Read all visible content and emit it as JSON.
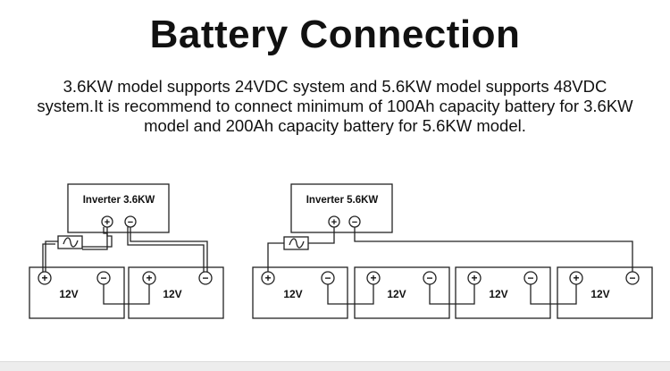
{
  "header": {
    "title": "Battery Connection",
    "description": "3.6KW model supports 24VDC system and 5.6KW model supports 48VDC system.It is recommend to connect minimum of 100Ah capacity battery for 3.6KW model and 200Ah capacity battery for 5.6KW model."
  },
  "diagram_left": {
    "inverter_label": "Inverter 3.6KW",
    "batteries": [
      {
        "label": "12V"
      },
      {
        "label": "12V"
      }
    ]
  },
  "diagram_right": {
    "inverter_label": "Inverter 5.6KW",
    "batteries": [
      {
        "label": "12V"
      },
      {
        "label": "12V"
      },
      {
        "label": "12V"
      },
      {
        "label": "12V"
      }
    ]
  },
  "symbols": {
    "positive": "+",
    "negative": "−",
    "fuse_icon": "fuse-icon"
  },
  "colors": {
    "stroke": "#222222",
    "text": "#111111",
    "background": "#ffffff"
  }
}
